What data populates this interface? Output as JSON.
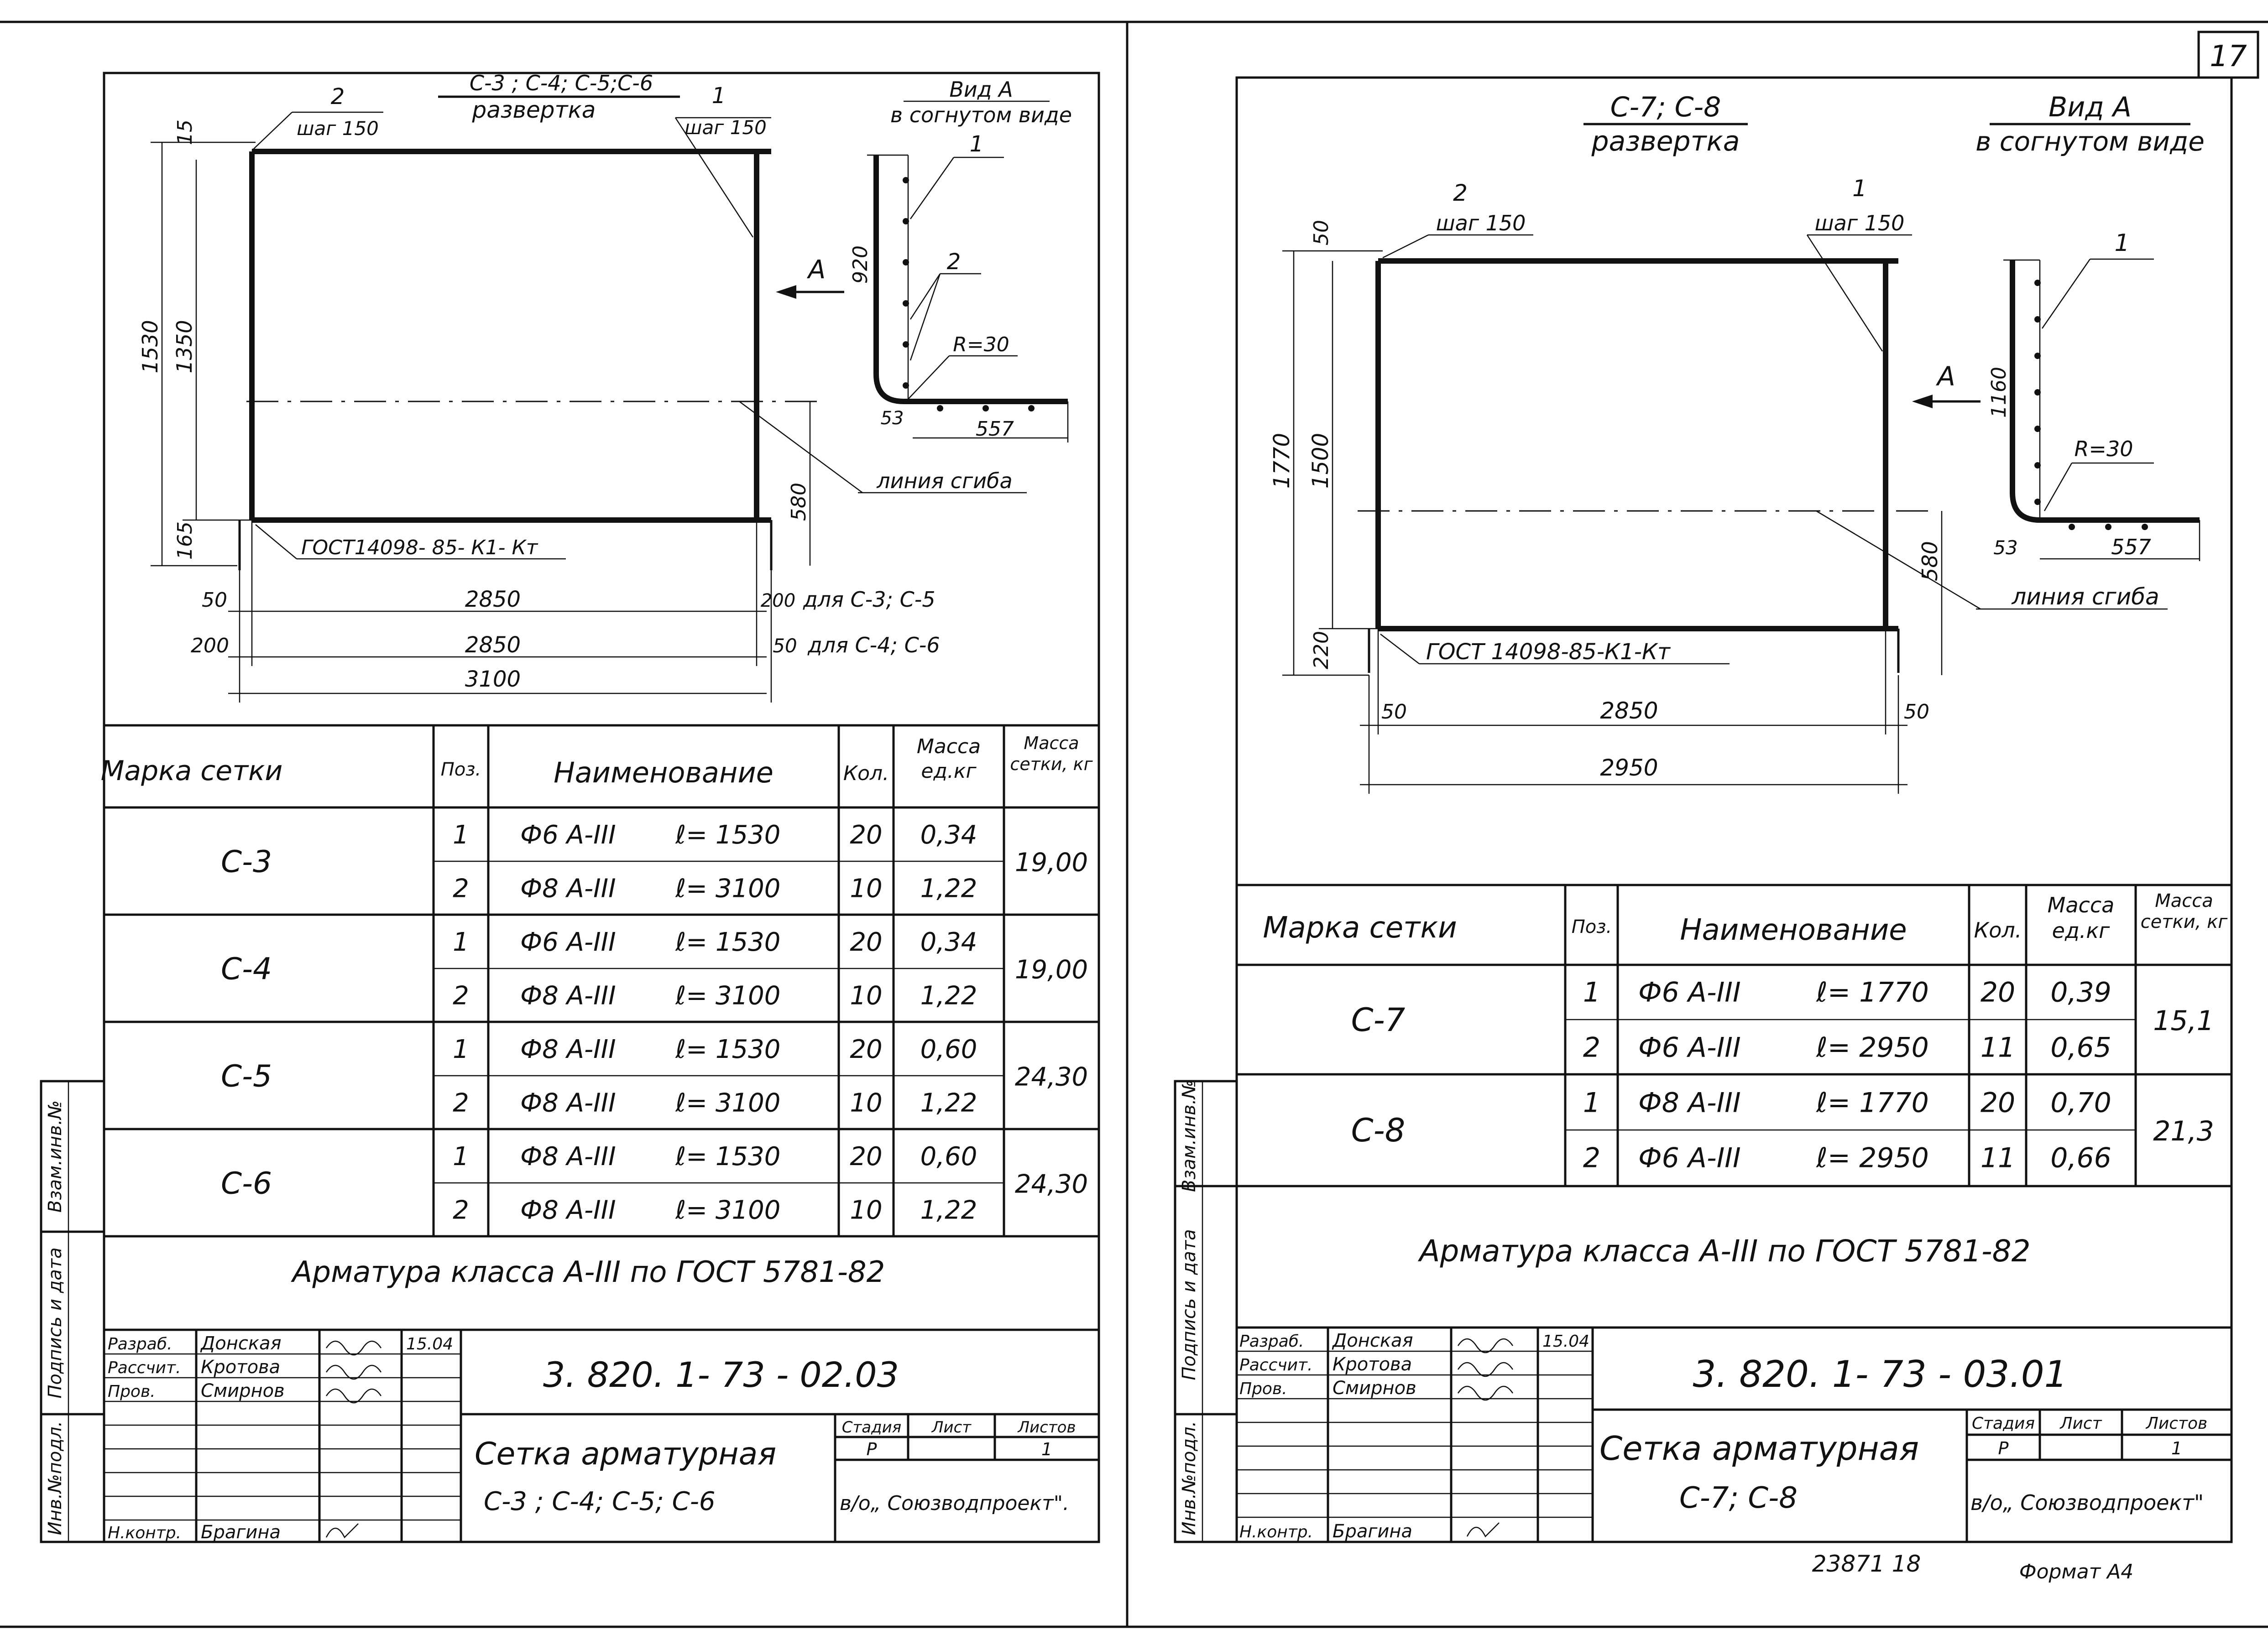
{
  "page_number": "17",
  "format": "Формат А4",
  "inventory_code": "23871 18",
  "side_columns": {
    "vzam": "Взам.инв.№",
    "podpis": "Подпись и дата",
    "inv_podl": "Инв.№подл."
  },
  "left": {
    "unfold_title": "С-3 ; С-4; С-5;С-6",
    "unfold_sub": "развертка",
    "view_title": "Вид А",
    "view_sub": "в согнутом виде",
    "pos1": "1",
    "pos2": "2",
    "step1": "шаг 150",
    "step2": "шаг 150",
    "arrow_a": "А",
    "gost_label": "ГОСТ14098- 85- К1- Кт",
    "bend_line": "линия сгиба",
    "dims": {
      "d15": "15",
      "d1530": "1530",
      "d1350": "1350",
      "d165": "165",
      "d580": "580",
      "d50": "50",
      "d2850a": "2850",
      "d200r": "200",
      "note1": "для С-3; С-5",
      "d200l": "200",
      "d2850b": "2850",
      "d50r": "50",
      "note2": "для С-4; С-6",
      "d3100": "3100"
    },
    "view_dims": {
      "v920": "920",
      "vR": "R=30",
      "v53": "53",
      "v557": "557"
    },
    "table": {
      "headers": [
        "Марка сетки",
        "Поз.",
        "Наименование",
        "Кол.",
        "Масса ед.кг",
        "Масса сетки, кг"
      ],
      "groups": [
        {
          "mark": "С-3",
          "mass": "19,00",
          "rows": [
            {
              "pos": "1",
              "name": "Ф6 А-III",
              "len": "ℓ= 1530",
              "qty": "20",
              "unit": "0,34"
            },
            {
              "pos": "2",
              "name": "Ф8 А-III",
              "len": "ℓ= 3100",
              "qty": "10",
              "unit": "1,22"
            }
          ]
        },
        {
          "mark": "С-4",
          "mass": "19,00",
          "rows": [
            {
              "pos": "1",
              "name": "Ф6 А-III",
              "len": "ℓ= 1530",
              "qty": "20",
              "unit": "0,34"
            },
            {
              "pos": "2",
              "name": "Ф8 А-III",
              "len": "ℓ= 3100",
              "qty": "10",
              "unit": "1,22"
            }
          ]
        },
        {
          "mark": "С-5",
          "mass": "24,30",
          "rows": [
            {
              "pos": "1",
              "name": "Ф8 А-III",
              "len": "ℓ= 1530",
              "qty": "20",
              "unit": "0,60"
            },
            {
              "pos": "2",
              "name": "Ф8 А-III",
              "len": "ℓ= 3100",
              "qty": "10",
              "unit": "1,22"
            }
          ]
        },
        {
          "mark": "С-6",
          "mass": "24,30",
          "rows": [
            {
              "pos": "1",
              "name": "Ф8 А-III",
              "len": "ℓ= 1530",
              "qty": "20",
              "unit": "0,60"
            },
            {
              "pos": "2",
              "name": "Ф8 А-III",
              "len": "ℓ= 3100",
              "qty": "10",
              "unit": "1,22"
            }
          ]
        }
      ],
      "note": "Арматура класса А-III по ГОСТ 5781-82"
    },
    "stamp": {
      "roles": [
        "Разраб.",
        "Рассчит.",
        "Пров.",
        "Н.контр."
      ],
      "names": [
        "Донская",
        "Кротова",
        "Смирнов",
        "Брагина"
      ],
      "date": "15.04",
      "code": "3. 820. 1- 73 - 02.03",
      "title": "Сетка арматурная",
      "subtitle": "С-3 ; С-4; С-5; С-6",
      "stage_h": "Стадия",
      "sheet_h": "Лист",
      "sheets_h": "Листов",
      "stage": "Р",
      "sheets": "1",
      "org": "в/о„ Союзводпроект\"."
    }
  },
  "right": {
    "unfold_title": "С-7; С-8",
    "unfold_sub": "развертка",
    "view_title": "Вид А",
    "view_sub": "в согнутом виде",
    "pos1": "1",
    "pos2": "2",
    "step1": "шаг 150",
    "step2": "шаг 150",
    "arrow_a": "А",
    "gost_label": "ГОСТ 14098-85-К1-Кт",
    "bend_line": "линия сгиба",
    "dims": {
      "d50t": "50",
      "d1770": "1770",
      "d1500": "1500",
      "d220": "220",
      "d580": "580",
      "d50l": "50",
      "d2850": "2850",
      "d50r": "50",
      "d2950": "2950"
    },
    "view_dims": {
      "v1160": "1160",
      "vR": "R=30",
      "v53": "53",
      "v557": "557"
    },
    "table": {
      "headers": [
        "Марка сетки",
        "Поз.",
        "Наименование",
        "Кол.",
        "Масса ед.кг",
        "Масса сетки, кг"
      ],
      "groups": [
        {
          "mark": "С-7",
          "mass": "15,1",
          "rows": [
            {
              "pos": "1",
              "name": "Ф6 А-III",
              "len": "ℓ= 1770",
              "qty": "20",
              "unit": "0,39"
            },
            {
              "pos": "2",
              "name": "Ф6 А-III",
              "len": "ℓ= 2950",
              "qty": "11",
              "unit": "0,65"
            }
          ]
        },
        {
          "mark": "С-8",
          "mass": "21,3",
          "rows": [
            {
              "pos": "1",
              "name": "Ф8 А-III",
              "len": "ℓ= 1770",
              "qty": "20",
              "unit": "0,70"
            },
            {
              "pos": "2",
              "name": "Ф6 А-III",
              "len": "ℓ= 2950",
              "qty": "11",
              "unit": "0,66"
            }
          ]
        }
      ],
      "note": "Арматура класса А-III по ГОСТ 5781-82"
    },
    "stamp": {
      "roles": [
        "Разраб.",
        "Рассчит.",
        "Пров.",
        "Н.контр."
      ],
      "names": [
        "Донская",
        "Кротова",
        "Смирнов",
        "Брагина"
      ],
      "date": "15.04",
      "code": "3. 820. 1- 73 - 03.01",
      "title": "Сетка арматурная",
      "subtitle": "С-7; С-8",
      "stage_h": "Стадия",
      "sheet_h": "Лист",
      "sheets_h": "Листов",
      "stage": "Р",
      "sheets": "1",
      "org": "в/о„ Союзводпроект\""
    }
  }
}
